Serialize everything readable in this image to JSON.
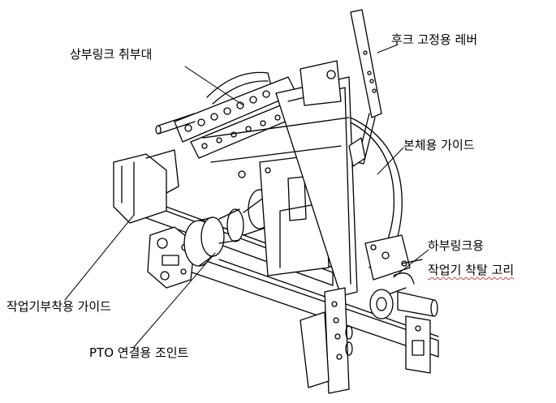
{
  "labels": {
    "upper_link": "상부링크 취부대",
    "hook_lever": "후크 고정용 레버",
    "body_guide": "본체용 가이드",
    "lower_link_1": "하부링크용",
    "lower_link_2": "작업기 착탈 고리",
    "implement_guide": "작업기부착용 가이드",
    "pto_joint": "PTO 연결용 조인트"
  },
  "colors": {
    "line": "#000000",
    "annotation_underline": "#d04040"
  }
}
